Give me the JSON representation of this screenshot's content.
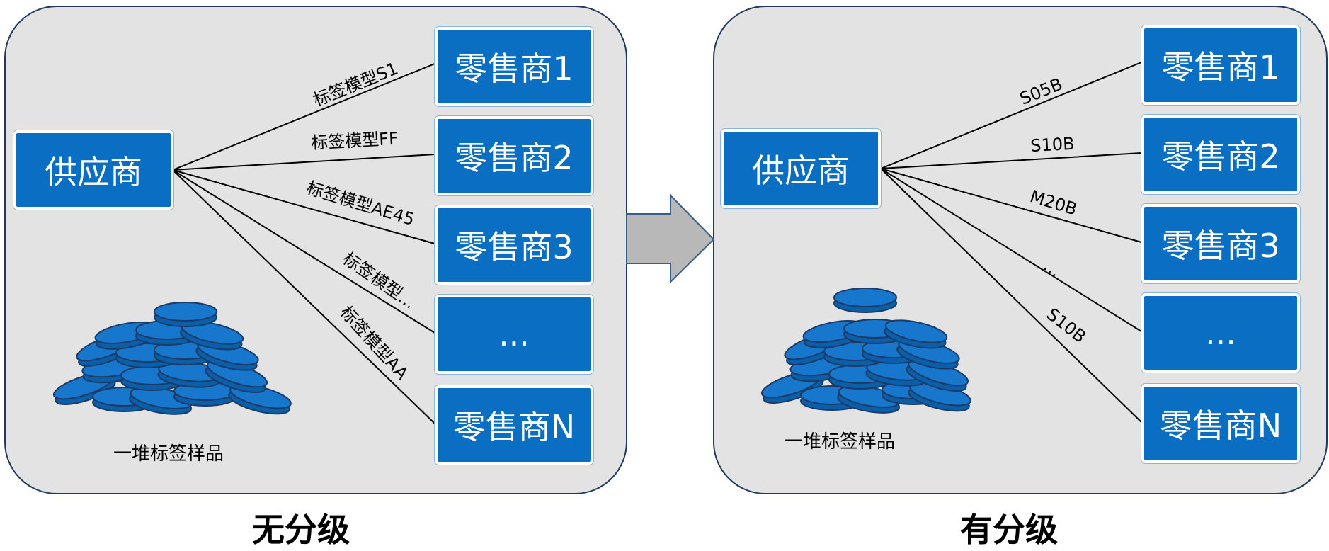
{
  "left": {
    "supplier": "供应商",
    "retailers": [
      "零售商1",
      "零售商2",
      "零售商3",
      "...",
      "零售商N"
    ],
    "edge_labels": [
      "标签模型S1",
      "标签模型FF",
      "标签模型AE45",
      "标签模型...",
      "标签模型AA"
    ],
    "pile_caption": "一堆标签样品",
    "title": "无分级"
  },
  "right": {
    "supplier": "供应商",
    "retailers": [
      "零售商1",
      "零售商2",
      "零售商3",
      "...",
      "零售商N"
    ],
    "edge_labels": [
      "S05B",
      "S10B",
      "M20B",
      "...",
      "S10B"
    ],
    "pile_caption": "一堆标签样品",
    "title": "有分级"
  },
  "colors": {
    "box": "#0a6ec2",
    "panel": "#e3e3e3",
    "panel_border": "#1f3a5c",
    "arrow": "#b8b8b8",
    "disc": "#0a6ec2"
  },
  "icons": {
    "transition": "right-arrow-icon",
    "pile": "label-sample-pile-icon"
  }
}
